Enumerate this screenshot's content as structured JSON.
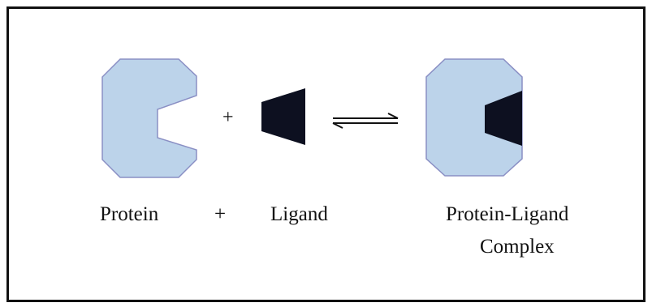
{
  "diagram": {
    "plus_symbol": "+",
    "labels": {
      "protein": "Protein",
      "plus": "+",
      "ligand": "Ligand",
      "complex_line1": "Protein-Ligand",
      "complex_line2": "Complex"
    },
    "colors": {
      "protein_fill": "#bcd3ea",
      "protein_stroke": "#8a8fc4",
      "ligand_fill": "#0d1020",
      "frame": "#111111"
    },
    "icons": {
      "protein": "protein-shape-icon",
      "ligand": "ligand-shape-icon",
      "complex": "protein-ligand-complex-icon",
      "arrow": "equilibrium-arrow-icon"
    }
  }
}
